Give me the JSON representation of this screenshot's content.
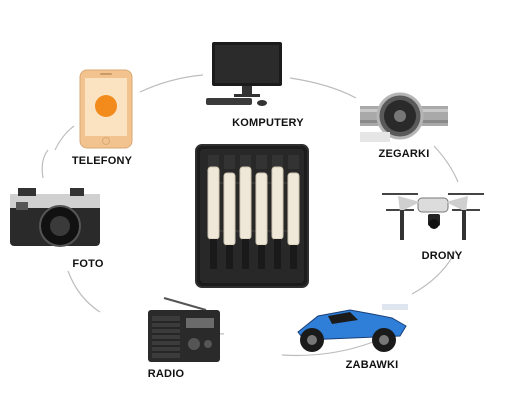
{
  "categories": [
    {
      "id": "komputery",
      "label": "KOMPUTERY",
      "icon": "desktop-computer-icon"
    },
    {
      "id": "zegarki",
      "label": "ZEGARKI",
      "icon": "wristwatch-icon"
    },
    {
      "id": "drony",
      "label": "DRONY",
      "icon": "drone-icon"
    },
    {
      "id": "zabawki",
      "label": "ZABAWKI",
      "icon": "rc-car-icon"
    },
    {
      "id": "radio",
      "label": "RADIO",
      "icon": "radio-icon"
    },
    {
      "id": "foto",
      "label": "FOTO",
      "icon": "camera-icon"
    },
    {
      "id": "telefony",
      "label": "TELEFONY",
      "icon": "smartphone-icon"
    }
  ],
  "center": {
    "icon": "screwdriver-set-icon"
  },
  "colors": {
    "ring": "#bdbdbd",
    "label": "#111111",
    "phone_gold": "#f3c38f",
    "phone_accent": "#f28a1c",
    "car_blue": "#2f7fd8"
  }
}
